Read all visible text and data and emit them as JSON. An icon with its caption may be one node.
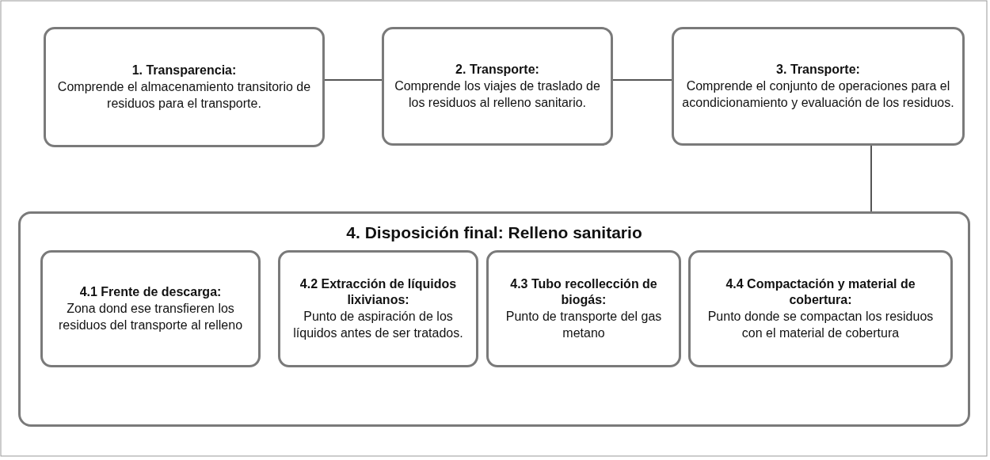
{
  "diagram": {
    "nodes": [
      {
        "text": [
          "1. Transparencia:",
          "Comprende el almacenamiento transitorio de residuos para el transporte."
        ]
      },
      {
        "text": [
          "2. Transporte:",
          "Comprende los viajes de traslado de los residuos al relleno sanitario."
        ]
      },
      {
        "text": [
          "3. Transporte:",
          "Comprende el conjunto de operaciones para el acondicionamiento y evaluación de los residuos."
        ]
      },
      {
        "text": [
          "4. Disposición final: Relleno sanitario"
        ]
      },
      {
        "text": [
          "4.1 Frente de descarga:",
          "Zona dond ese transfieren los residuos del transporte al relleno"
        ],
        "in": 3
      },
      {
        "text": [
          "4.2 Extracción de líquidos lixivianos:",
          "Punto de aspiración de los líquidos antes de ser tratados."
        ],
        "in": 3
      },
      {
        "text": [
          "4.3 Tubo recollección de biogás:",
          "Punto de transporte del gas metano"
        ],
        "in": 3
      },
      {
        "text": [
          "4.4 Compactación y material de cobertura:",
          "Punto donde se compactan los residuos con el material de cobertura"
        ],
        "in": 3
      }
    ],
    "edges": [
      {
        "from": 0,
        "to": 1,
        "arrow": "none"
      },
      {
        "from": 1,
        "to": 2,
        "arrow": "none"
      },
      {
        "from": 2,
        "to": 3,
        "arrow": "none"
      }
    ]
  }
}
